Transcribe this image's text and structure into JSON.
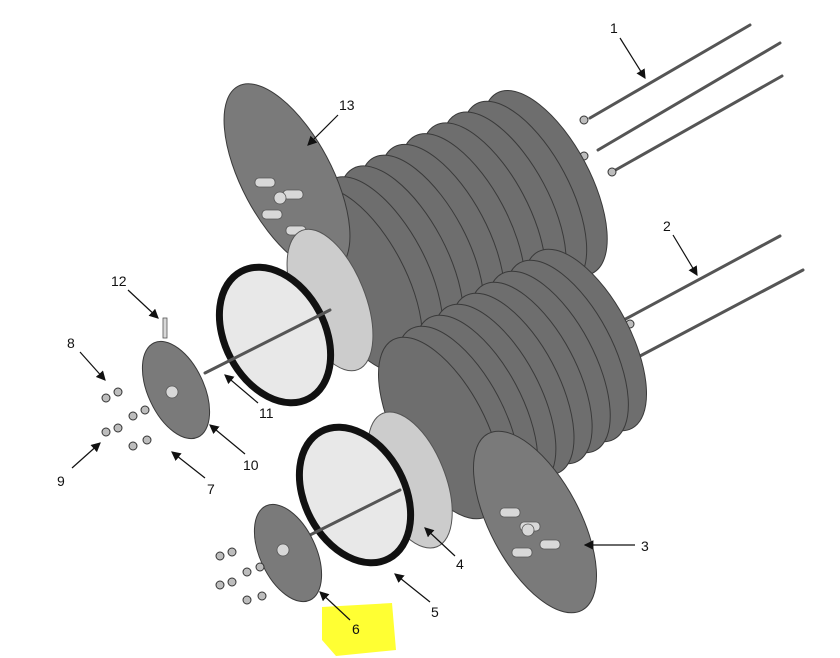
{
  "diagram": {
    "callouts": {
      "c1": "1",
      "c2": "2",
      "c3": "3",
      "c4": "4",
      "c5": "5",
      "c6": "6",
      "c7": "7",
      "c8": "8",
      "c9": "9",
      "c10": "10",
      "c11": "11",
      "c12": "12",
      "c13": "13"
    },
    "highlight_color": "#ffff33"
  }
}
